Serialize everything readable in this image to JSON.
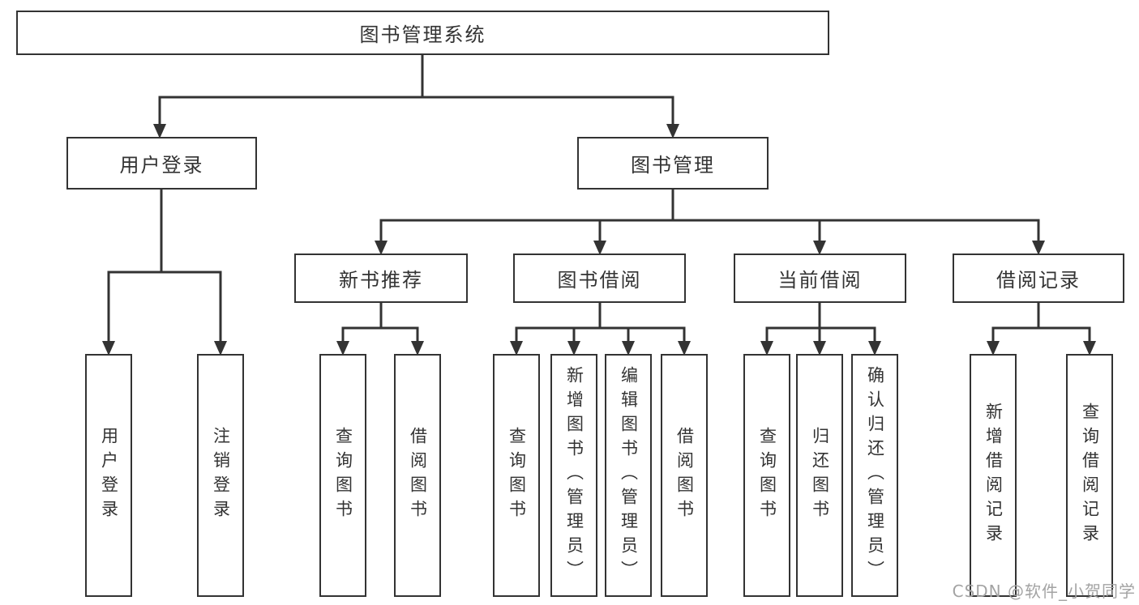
{
  "diagram": {
    "root": {
      "label": "图书管理系统"
    },
    "branches": [
      {
        "label": "用户登录",
        "children": [
          {
            "label": "用户登录"
          },
          {
            "label": "注销登录"
          }
        ]
      },
      {
        "label": "图书管理",
        "children": [
          {
            "label": "新书推荐",
            "children": [
              {
                "label": "查询图书"
              },
              {
                "label": "借阅图书"
              }
            ]
          },
          {
            "label": "图书借阅",
            "children": [
              {
                "label": "查询图书"
              },
              {
                "label": "新增图书（管理员）"
              },
              {
                "label": "编辑图书（管理员）"
              },
              {
                "label": "借阅图书"
              }
            ]
          },
          {
            "label": "当前借阅",
            "children": [
              {
                "label": "查询图书"
              },
              {
                "label": "归还图书"
              },
              {
                "label": "确认归还（管理员）"
              }
            ]
          },
          {
            "label": "借阅记录",
            "children": [
              {
                "label": "新增借阅记录"
              },
              {
                "label": "查询借阅记录"
              }
            ]
          }
        ]
      }
    ]
  },
  "watermark": {
    "text": "CSDN @软件_小贺同学"
  },
  "colors": {
    "line": "#333333",
    "node_border": "#333333",
    "node_text": "#333333",
    "watermark_text": "#a3a3a3",
    "background": "#ffffff"
  }
}
